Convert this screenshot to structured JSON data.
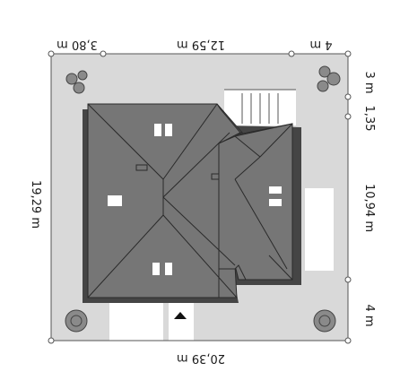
{
  "dimensions": {
    "top_left": "3,80 m",
    "top_middle": "12,59 m",
    "top_right": "4 m",
    "left_total": "19,29 m",
    "bottom_total": "20,39 m",
    "right_top": "3 m",
    "right_small": "1,35",
    "right_middle": "10,94 m",
    "right_bottom": "4 m"
  },
  "colors": {
    "plot": "#d9d9d9",
    "roof": "#767676",
    "roof_shadow": "#454545",
    "lines": "#2a2a2a",
    "window": "#ffffff"
  },
  "icons": {
    "entrance": "entrance-triangle-icon",
    "trees": "tree-icon"
  }
}
